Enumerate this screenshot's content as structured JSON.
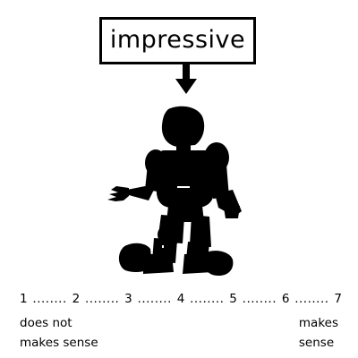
{
  "prompt_word": "impressive",
  "scale": {
    "points": [
      "1",
      "2",
      "3",
      "4",
      "5",
      "6",
      "7"
    ],
    "separator": "........"
  },
  "anchor_low": {
    "line1": "does not",
    "line2": "makes sense"
  },
  "anchor_high": {
    "line1": "makes",
    "line2": "sense"
  },
  "colors": {
    "ink": "#000000",
    "background": "#ffffff"
  },
  "icons": {
    "arrow": "down-arrow-icon",
    "figure": "robot-silhouette"
  }
}
